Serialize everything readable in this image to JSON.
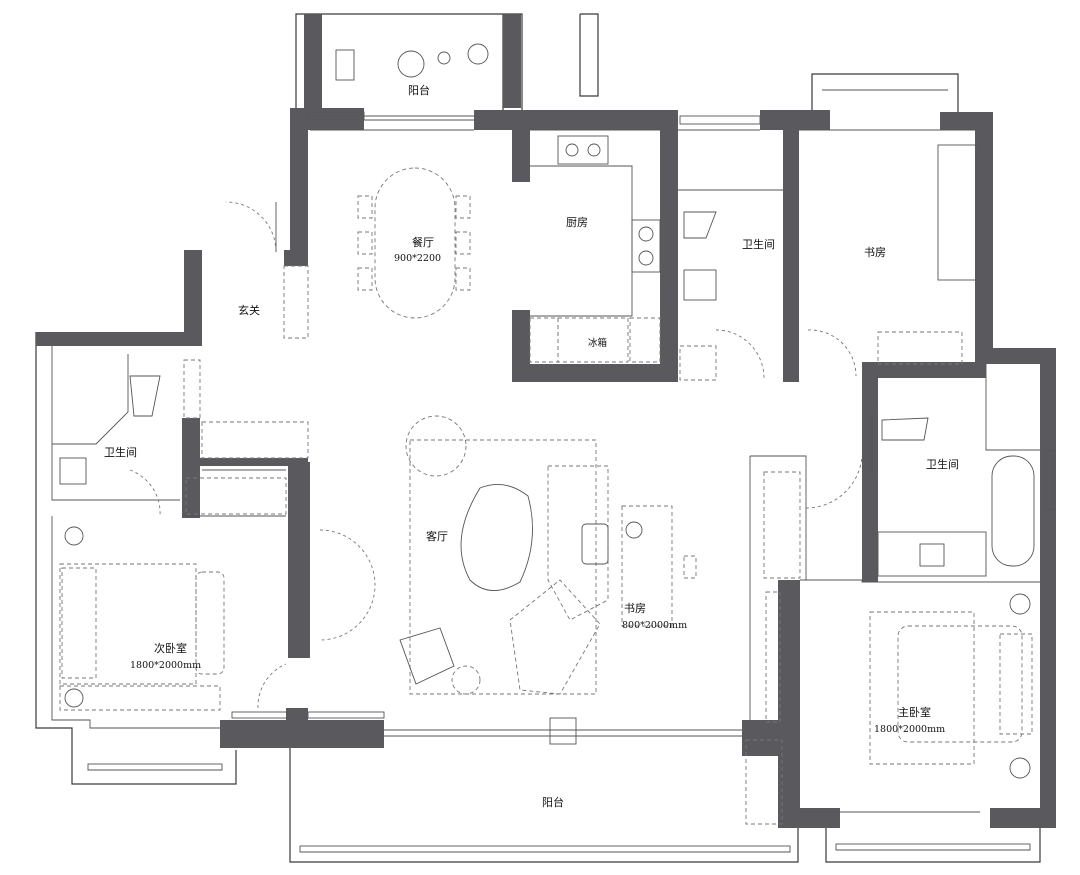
{
  "rooms": {
    "balcony_top": "阳台",
    "dining": "餐厅",
    "dining_size": "900*2200",
    "kitchen": "厨房",
    "fridge": "冰箱",
    "bath_center": "卫生间",
    "study_top": "书房",
    "entrance": "玄关",
    "bath_left": "卫生间",
    "living": "客厅",
    "study_mid": "书房",
    "study_mid_size": "800*2000mm",
    "bath_right": "卫生间",
    "bedroom_second": "次卧室",
    "bedroom_second_size": "1800*2000mm",
    "bedroom_master": "主卧室",
    "bedroom_master_size": "1800*2000mm",
    "balcony_bottom": "阳台"
  },
  "colors": {
    "wall": "#5a5a5e",
    "line": "#3a3a3a",
    "background": "#ffffff"
  }
}
